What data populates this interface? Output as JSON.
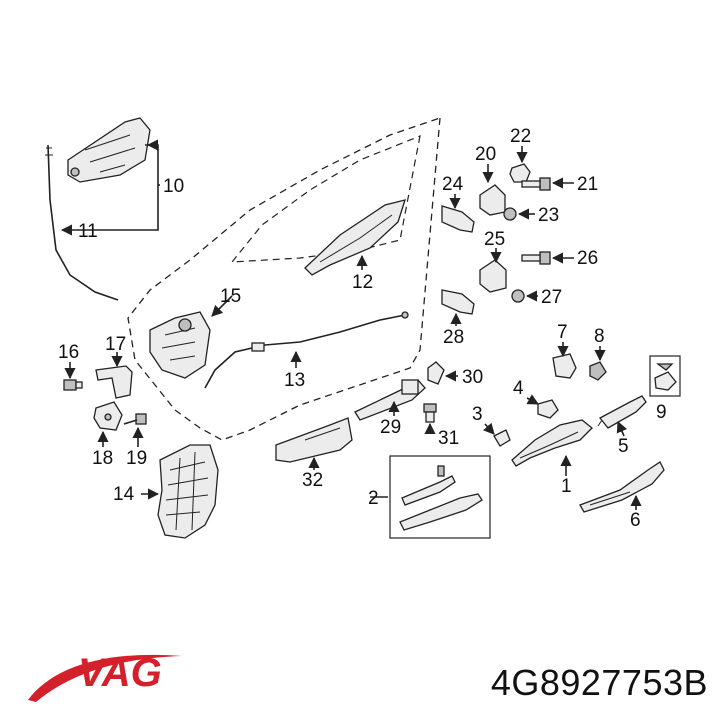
{
  "brand": {
    "name": "VAG",
    "color": "#d3202a"
  },
  "part_number": "4G8927753B",
  "callouts": [
    "1",
    "2",
    "3",
    "4",
    "5",
    "6",
    "7",
    "8",
    "9",
    "10",
    "11",
    "12",
    "13",
    "14",
    "15",
    "16",
    "17",
    "18",
    "19",
    "20",
    "21",
    "22",
    "23",
    "24",
    "25",
    "26",
    "27",
    "28",
    "29",
    "30",
    "31",
    "32"
  ]
}
